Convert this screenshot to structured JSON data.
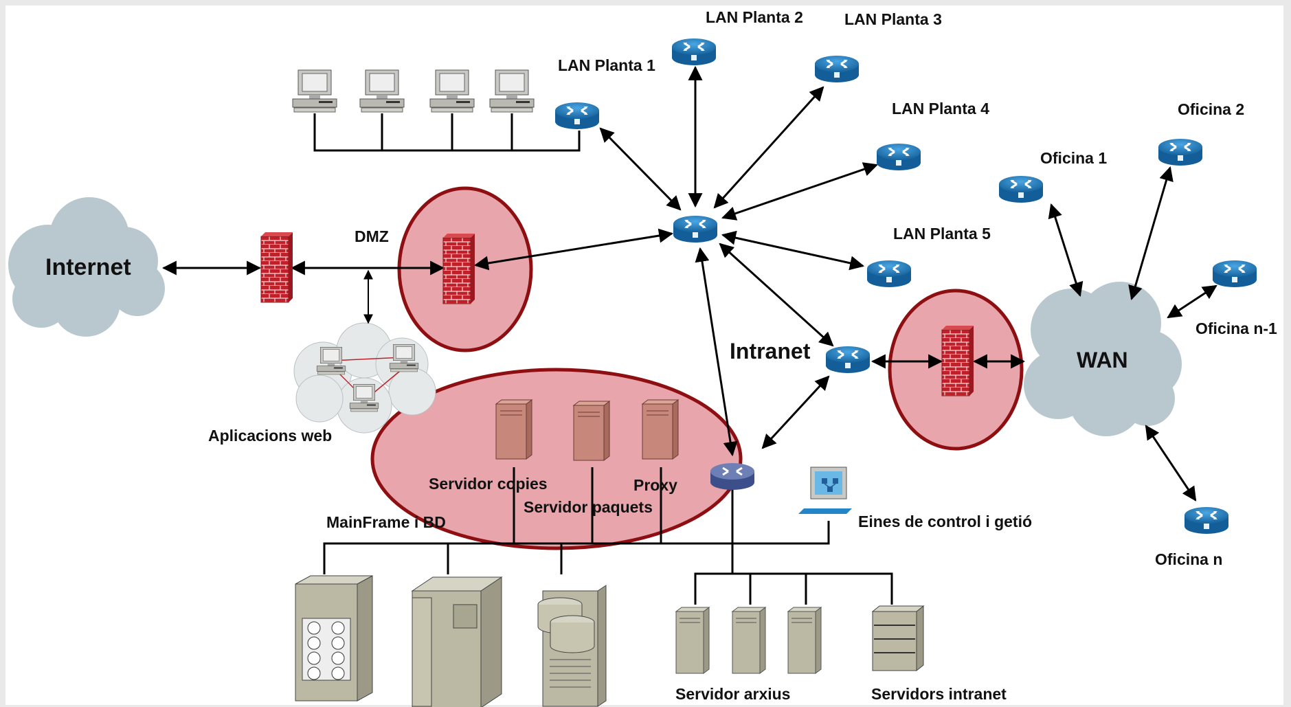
{
  "labels": {
    "internet": "Internet",
    "dmz": "DMZ",
    "web_apps": "Aplicacions web",
    "lan1": "LAN Planta 1",
    "lan2": "LAN Planta 2",
    "lan3": "LAN Planta 3",
    "lan4": "LAN Planta 4",
    "lan5": "LAN Planta 5",
    "intranet": "Intranet",
    "wan": "WAN",
    "office1": "Oficina 1",
    "office2": "Oficina 2",
    "office_n1": "Oficina n-1",
    "office_n": "Oficina n",
    "backup_server": "Servidor copies",
    "package_server": "Servidor paquets",
    "proxy": "Proxy",
    "mainframe": "MainFrame i BD",
    "mgmt_tools": "Eines de control i getió",
    "file_server": "Servidor arxius",
    "intranet_servers": "Servidors intranet"
  },
  "icons": {
    "router": "router-icon",
    "firewall": "firewall-icon",
    "cloud": "cloud-icon",
    "workstation": "workstation-icon",
    "server": "server-icon",
    "mainframe": "mainframe-icon"
  },
  "colors": {
    "cloud": "#b8c8ce",
    "router": "#1f7bbf",
    "firewall": "#c0202a",
    "zone_fill": "#e8a6ac",
    "zone_stroke": "#8e0f12",
    "server": "#c8877b",
    "hardware": "#b4b39a"
  }
}
